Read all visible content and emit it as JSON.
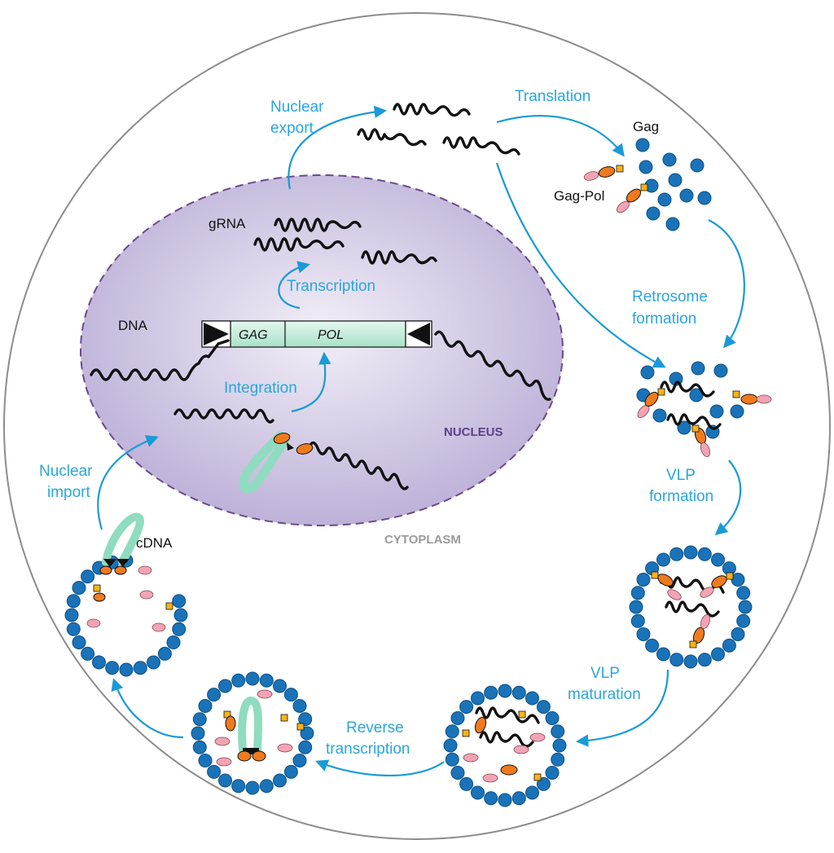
{
  "steps": {
    "nuclear_export": [
      "Nuclear",
      "export"
    ],
    "translation": "Translation",
    "retrosome_formation": [
      "Retrosome",
      "formation"
    ],
    "vlp_formation": [
      "VLP",
      "formation"
    ],
    "vlp_maturation": [
      "VLP",
      "maturation"
    ],
    "reverse_transcription": [
      "Reverse",
      "transcription"
    ],
    "nuclear_import": [
      "Nuclear",
      "import"
    ],
    "integration": "Integration",
    "transcription": "Transcription"
  },
  "labels": {
    "gag": "Gag",
    "gag_pol": "Gag-Pol",
    "grna": "gRNA",
    "dna": "DNA",
    "gene_gag": "GAG",
    "gene_pol": "POL",
    "nucleus": "NUCLEUS",
    "cytoplasm": "CYTOPLASM",
    "cdna": "cDNA"
  },
  "colors": {
    "arrow": "#1a9ad6",
    "label_blue": "#2aa6df",
    "nucleus_fill": "#cfc6e2",
    "nucleus_border": "#6b4a8c",
    "gag_particle": "#1a73b8",
    "pol_orange": "#f07a1e",
    "pink": "#f3a3b4",
    "yellow": "#f7b319",
    "cdna_green": "#8fdcc0"
  }
}
